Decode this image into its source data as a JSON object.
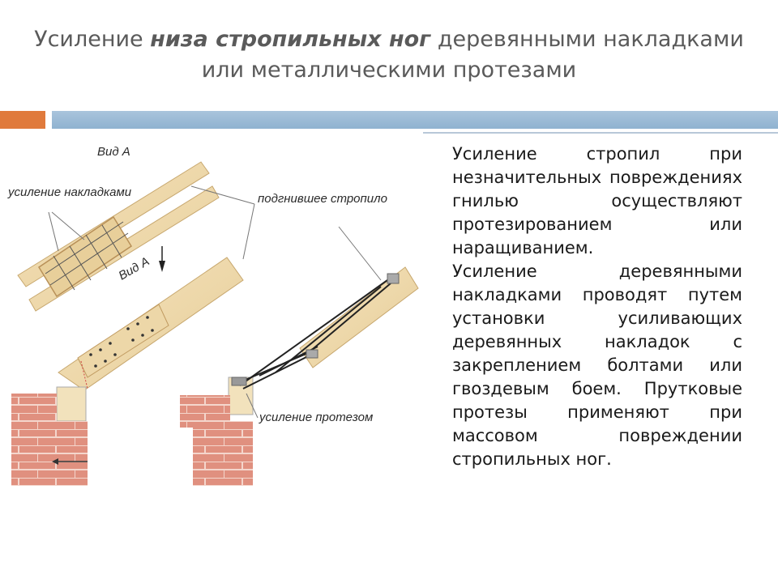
{
  "slide": {
    "title_part1": "Усиление ",
    "title_emphasis": "низа стропильных ног",
    "title_part2": " деревянными накладками или металлическими протезами",
    "paragraph1": "Усиление стропил при незначительных повреждениях гнилью осуществляют протезированием или наращиванием.",
    "paragraph2": "Усиление деревянными накладками проводят путем установки усиливающих деревянных накладок с закреплением болтами или гвоздевым боем. Прутковые протезы применяют при массовом повреждении стропильных ног."
  },
  "diagram": {
    "label_view_a_top": "Вид А",
    "label_reinforce_plates": "усиление накладками",
    "label_rotten_rafter": "подгнившее стропило",
    "label_view_a_arrow": "Вид А",
    "label_reinforce_prosthesis": "усиление протезом"
  },
  "colors": {
    "accent_orange": "#e07a3c",
    "accent_blue": "#8fb2d0",
    "brick": "#e0907f",
    "wood": "#f0dcb0"
  }
}
